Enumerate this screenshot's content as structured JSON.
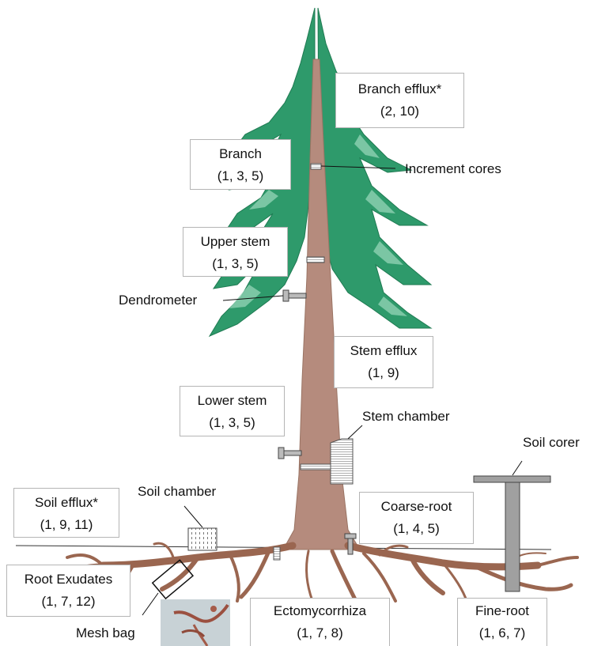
{
  "boxes": {
    "branch_efflux": {
      "name": "Branch efflux*",
      "refs": "(2, 10)"
    },
    "branch": {
      "name": "Branch",
      "refs": "(1, 3, 5)"
    },
    "upper_stem": {
      "name": "Upper stem",
      "refs": "(1, 3, 5)"
    },
    "stem_efflux": {
      "name": "Stem efflux",
      "refs": "(1, 9)"
    },
    "lower_stem": {
      "name": "Lower stem",
      "refs": "(1, 3, 5)"
    },
    "soil_efflux": {
      "name": "Soil efflux*",
      "refs": "(1, 9, 11)"
    },
    "coarse_root": {
      "name": "Coarse-root",
      "refs": "(1, 4, 5)"
    },
    "root_exudates": {
      "name": "Root Exudates",
      "refs": "(1, 7, 12)"
    },
    "ectomycorrhiza": {
      "name": "Ectomycorrhiza",
      "refs": "(1, 7, 8)"
    },
    "fine_root": {
      "name": "Fine-root",
      "refs": "(1, 6, 7)"
    }
  },
  "labels": {
    "increment_cores": "Increment cores",
    "dendrometer": "Dendrometer",
    "stem_chamber": "Stem chamber",
    "soil_corer": "Soil corer",
    "soil_chamber": "Soil chamber",
    "mesh_bag": "Mesh bag"
  },
  "colors": {
    "trunk": "#b58b7d",
    "roots": "#9a6650",
    "foliage": "#2e9a6b",
    "foliage_light": "#8fd1b3",
    "instrument": "#a0a0a0"
  }
}
